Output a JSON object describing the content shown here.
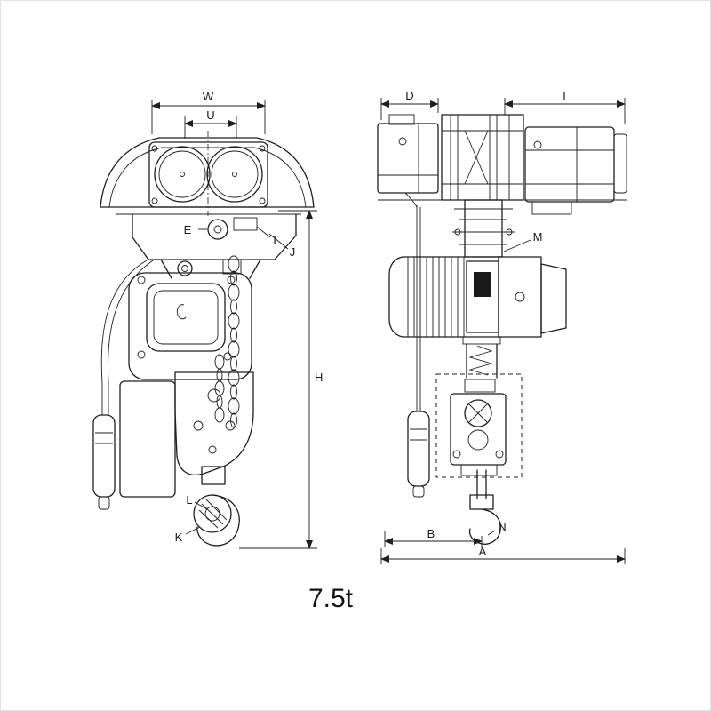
{
  "title": "7.5t",
  "front_view": {
    "dim_w": "W",
    "dim_u": "U",
    "label_e": "E",
    "label_i": "I",
    "label_j": "J",
    "dim_h": "H",
    "label_l": "L",
    "label_k": "K"
  },
  "side_view": {
    "dim_d": "D",
    "dim_t": "T",
    "label_m": "M",
    "label_n": "N",
    "dim_b": "B",
    "dim_a": "A"
  },
  "colors": {
    "line": "#1f1f1f",
    "background": "#ffffff"
  }
}
